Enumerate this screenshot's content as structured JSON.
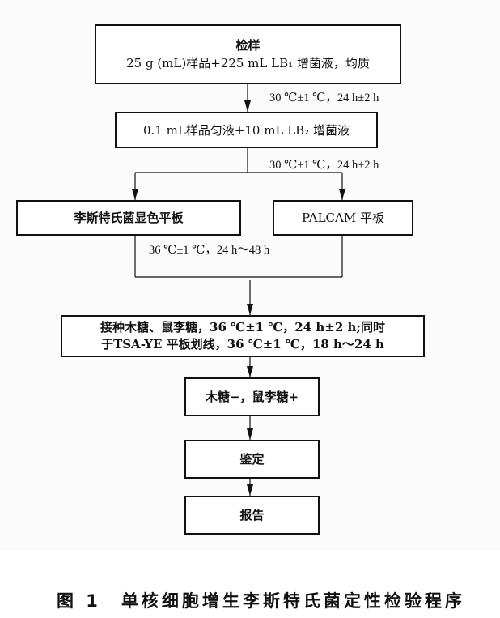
{
  "steps": {
    "sample_title": "检样",
    "sample_desc": "25 g (mL)样品+225 mL LB₁ 增菌液，均质",
    "enrich2": "0.1 mL样品匀液+10 mL LB₂ 增菌液",
    "chromogenic_plate": "李斯特氏菌显色平板",
    "palcam_plate": "PALCAM 平板",
    "inoculate_line1": "接种木糖、鼠李糖，36 ℃±1 ℃，24 h±2 h;同时",
    "inoculate_line2": "于TSA-YE 平板划线，36 ℃±1 ℃，18 h～24 h",
    "sugar_result": "木糖−，鼠李糖+",
    "identify": "鉴定",
    "report": "报告"
  },
  "conditions": {
    "c1": "30 ℃±1 ℃，24 h±2 h",
    "c2": "30 ℃±1 ℃，24 h±2 h",
    "c3": "36 ℃±1 ℃，24 h～48 h"
  },
  "caption": "图 1　单核细胞增生李斯特氏菌定性检验程序"
}
